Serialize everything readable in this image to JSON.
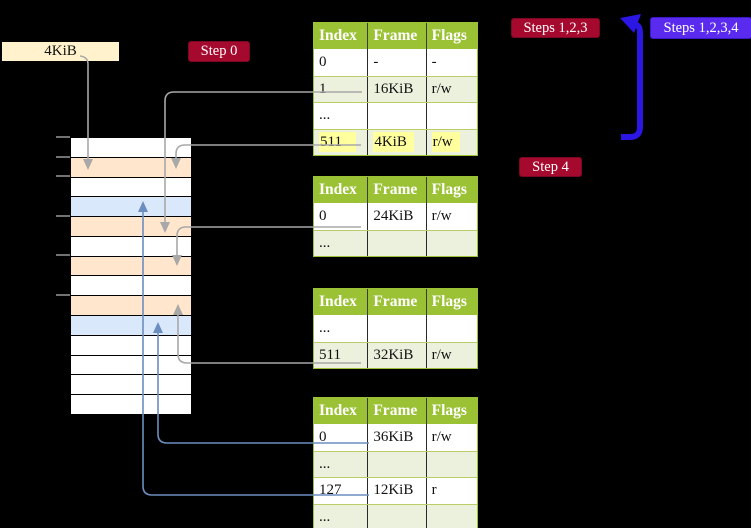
{
  "colors": {
    "background": "#000000",
    "table_header_green": "#9BC234",
    "table_row_alt_green": "#ECF1DD",
    "badge_red": "#A5092E",
    "badge_blue": "#5A2BEE",
    "arrow_gray": "#A8A8A8",
    "arrow_blue_thin": "#6C8EBF",
    "arrow_blue_thick": "#2B16E3",
    "frame_peach": "#FFE6CC",
    "frame_blue": "#DAE8FC",
    "box_cream": "#FFF2CC",
    "highlight_yellow": "#FFFF9E"
  },
  "page_box": {
    "label": "4KiB"
  },
  "badges": [
    {
      "label": "Step 0",
      "style": "red"
    },
    {
      "label": "Steps 1,2,3",
      "style": "red"
    },
    {
      "label": "Steps 1,2,3,4",
      "style": "blue"
    },
    {
      "label": "Step 4",
      "style": "red"
    }
  ],
  "tables": [
    {
      "name": "page-table-top",
      "headers": [
        "Index",
        "Frame",
        "Flags"
      ],
      "rows": [
        {
          "cells": [
            {
              "text": "0"
            },
            {
              "text": "-"
            },
            {
              "text": "-"
            }
          ]
        },
        {
          "cells": [
            {
              "text": "1"
            },
            {
              "text": "16KiB"
            },
            {
              "text": "r/w"
            }
          ]
        },
        {
          "cells": [
            {
              "text": "..."
            },
            {
              "text": ""
            },
            {
              "text": ""
            }
          ]
        },
        {
          "cells": [
            {
              "text": "511",
              "hl": true
            },
            {
              "text": "4KiB",
              "hl": true
            },
            {
              "text": "r/w",
              "hl": true
            }
          ]
        }
      ]
    },
    {
      "name": "page-table-second",
      "headers": [
        "Index",
        "Frame",
        "Flags"
      ],
      "rows": [
        {
          "cells": [
            {
              "text": "0"
            },
            {
              "text": "24KiB"
            },
            {
              "text": "r/w"
            }
          ]
        },
        {
          "cells": [
            {
              "text": "..."
            },
            {
              "text": ""
            },
            {
              "text": ""
            }
          ]
        }
      ]
    },
    {
      "name": "page-table-third",
      "headers": [
        "Index",
        "Frame",
        "Flags"
      ],
      "rows": [
        {
          "cells": [
            {
              "text": "..."
            },
            {
              "text": ""
            },
            {
              "text": ""
            }
          ]
        },
        {
          "cells": [
            {
              "text": "511"
            },
            {
              "text": "32KiB"
            },
            {
              "text": "r/w"
            }
          ]
        }
      ]
    },
    {
      "name": "page-table-fourth",
      "headers": [
        "Index",
        "Frame",
        "Flags"
      ],
      "rows": [
        {
          "cells": [
            {
              "text": "0"
            },
            {
              "text": "36KiB"
            },
            {
              "text": "r/w"
            }
          ]
        },
        {
          "cells": [
            {
              "text": "..."
            },
            {
              "text": ""
            },
            {
              "text": ""
            }
          ]
        },
        {
          "cells": [
            {
              "text": "127"
            },
            {
              "text": "12KiB"
            },
            {
              "text": "r"
            }
          ]
        },
        {
          "cells": [
            {
              "text": "..."
            },
            {
              "text": ""
            },
            {
              "text": ""
            }
          ]
        }
      ]
    }
  ],
  "memory_strip": {
    "rows": [
      "plain",
      "peach",
      "plain",
      "blue",
      "peach",
      "plain",
      "peach",
      "plain",
      "peach",
      "blue",
      "plain",
      "plain",
      "plain",
      "plain"
    ]
  }
}
